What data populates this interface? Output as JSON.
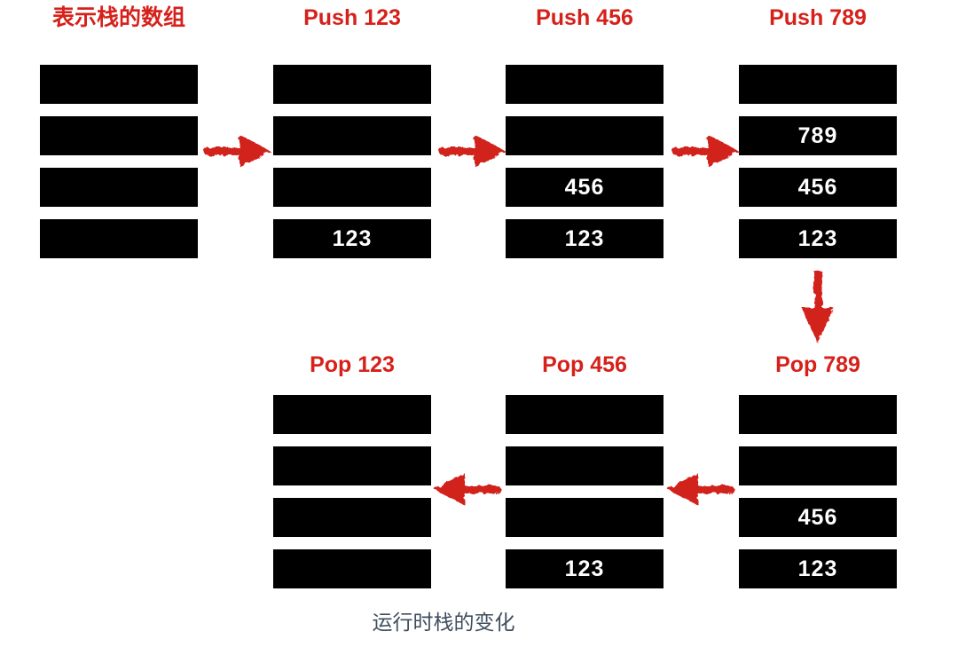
{
  "figure": {
    "caption": "运行时栈的变化",
    "colors": {
      "accent_red": "#d6211b",
      "bar_fill": "#000000",
      "value_text": "#ffffff",
      "caption_text": "#3f4e5e"
    }
  },
  "stages": [
    {
      "id": "initial",
      "label": "表示栈的数组",
      "cells": [
        "",
        "",
        "",
        ""
      ]
    },
    {
      "id": "push-123",
      "label": "Push 123",
      "cells": [
        "",
        "",
        "",
        "123"
      ]
    },
    {
      "id": "push-456",
      "label": "Push 456",
      "cells": [
        "",
        "",
        "456",
        "123"
      ]
    },
    {
      "id": "push-789",
      "label": "Push 789",
      "cells": [
        "",
        "789",
        "456",
        "123"
      ]
    },
    {
      "id": "pop-789",
      "label": "Pop 789",
      "cells": [
        "",
        "",
        "456",
        "123"
      ]
    },
    {
      "id": "pop-456",
      "label": "Pop 456",
      "cells": [
        "",
        "",
        "",
        "123"
      ]
    },
    {
      "id": "pop-123",
      "label": "Pop 123",
      "cells": [
        "",
        "",
        "",
        ""
      ]
    }
  ],
  "arrows": [
    {
      "name": "arrow-initial-to-push123",
      "direction": "right"
    },
    {
      "name": "arrow-push123-to-push456",
      "direction": "right"
    },
    {
      "name": "arrow-push456-to-push789",
      "direction": "right"
    },
    {
      "name": "arrow-push789-to-pop789",
      "direction": "down"
    },
    {
      "name": "arrow-pop789-to-pop456",
      "direction": "left"
    },
    {
      "name": "arrow-pop456-to-pop123",
      "direction": "left"
    }
  ]
}
